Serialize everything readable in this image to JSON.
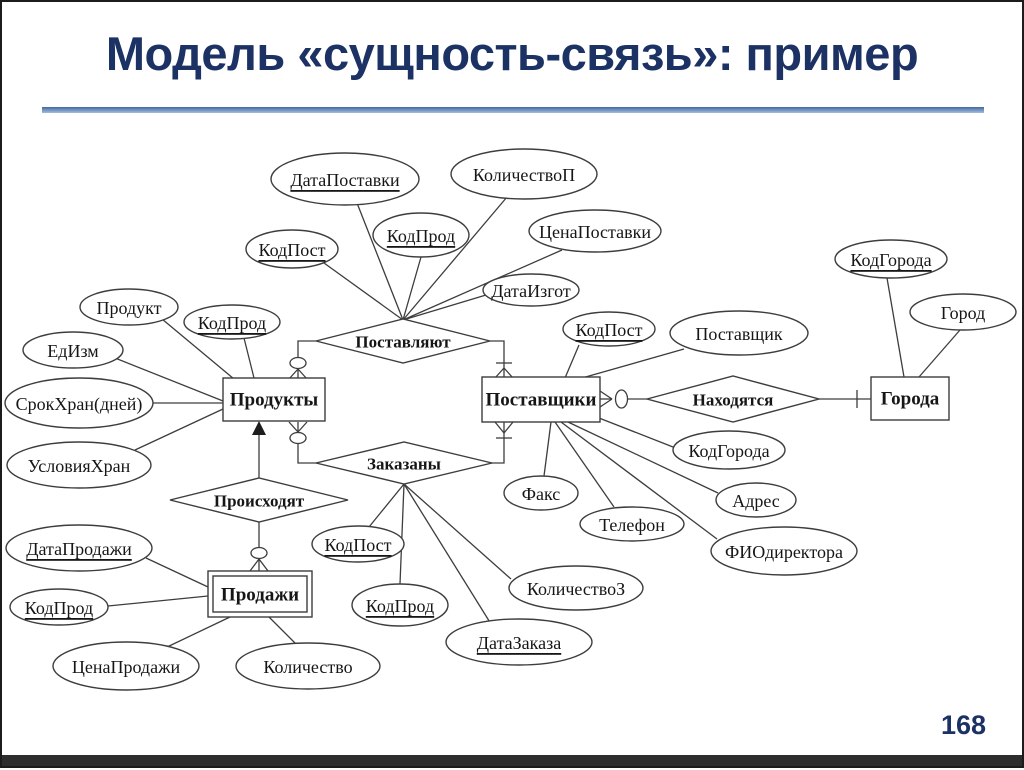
{
  "header": {
    "title": "Модель «сущность-связь»: пример",
    "title_color": "#1c3264",
    "rule_color": "#6e90bf"
  },
  "footer": {
    "page_number": "168"
  },
  "diagram": {
    "entities": [
      {
        "label": "Продукты",
        "weak": false
      },
      {
        "label": "Поставщики",
        "weak": false
      },
      {
        "label": "Города",
        "weak": false
      },
      {
        "label": "Продажи",
        "weak": true
      }
    ],
    "relationships": [
      {
        "label": "Поставляют"
      },
      {
        "label": "Заказаны"
      },
      {
        "label": "Находятся"
      },
      {
        "label": "Происходят"
      }
    ],
    "attributes": [
      {
        "label": "ДатаПоставки",
        "of": "Поставляют",
        "key": true
      },
      {
        "label": "КоличествоП",
        "of": "Поставляют",
        "key": false
      },
      {
        "label": "КодПрод",
        "of": "Поставляют",
        "key": true
      },
      {
        "label": "КодПост",
        "of": "Поставляют",
        "key": true
      },
      {
        "label": "ЦенаПоставки",
        "of": "Поставляют",
        "key": false
      },
      {
        "label": "ДатаИзгот",
        "of": "Поставляют",
        "key": false
      },
      {
        "label": "КодПост",
        "of": "Поставщики",
        "key": true
      },
      {
        "label": "Поставщик",
        "of": "Поставщики",
        "key": false
      },
      {
        "label": "Факс",
        "of": "Поставщики",
        "key": false
      },
      {
        "label": "Телефон",
        "of": "Поставщики",
        "key": false
      },
      {
        "label": "КодГорода",
        "of": "Поставщики",
        "key": false
      },
      {
        "label": "Адрес",
        "of": "Поставщики",
        "key": false
      },
      {
        "label": "ФИОдиректора",
        "of": "Поставщики",
        "key": false
      },
      {
        "label": "КодГорода",
        "of": "Города",
        "key": true
      },
      {
        "label": "Город",
        "of": "Города",
        "key": false
      },
      {
        "label": "Продукт",
        "of": "Продукты",
        "key": false
      },
      {
        "label": "КодПрод",
        "of": "Продукты",
        "key": true
      },
      {
        "label": "ЕдИзм",
        "of": "Продукты",
        "key": false
      },
      {
        "label": "СрокХран(дней)",
        "of": "Продукты",
        "key": false
      },
      {
        "label": "УсловияХран",
        "of": "Продукты",
        "key": false
      },
      {
        "label": "ДатаПродажи",
        "of": "Продажи",
        "key": true
      },
      {
        "label": "КодПрод",
        "of": "Продажи",
        "key": true
      },
      {
        "label": "ЦенаПродажи",
        "of": "Продажи",
        "key": false
      },
      {
        "label": "Количество",
        "of": "Продажи",
        "key": false
      },
      {
        "label": "КодПост",
        "of": "Заказаны",
        "key": true
      },
      {
        "label": "КодПрод",
        "of": "Заказаны",
        "key": true
      },
      {
        "label": "ДатаЗаказа",
        "of": "Заказаны",
        "key": true
      },
      {
        "label": "КоличествоЗ",
        "of": "Заказаны",
        "key": false
      }
    ],
    "connections": [
      {
        "from": "Продукты",
        "to": "Поставляют",
        "notation": "zero-or-many"
      },
      {
        "from": "Поставщики",
        "to": "Поставляют",
        "notation": "one-or-many"
      },
      {
        "from": "Продукты",
        "to": "Заказаны",
        "notation": "zero-or-many"
      },
      {
        "from": "Поставщики",
        "to": "Заказаны",
        "notation": "one-or-many"
      },
      {
        "from": "Поставщики",
        "to": "Находятся",
        "notation": "zero-or-many"
      },
      {
        "from": "Города",
        "to": "Находятся",
        "notation": "one"
      },
      {
        "from": "Продукты",
        "to": "Происходят",
        "notation": "arrow"
      },
      {
        "from": "Продажи",
        "to": "Происходят",
        "notation": "zero-or-many"
      }
    ]
  }
}
